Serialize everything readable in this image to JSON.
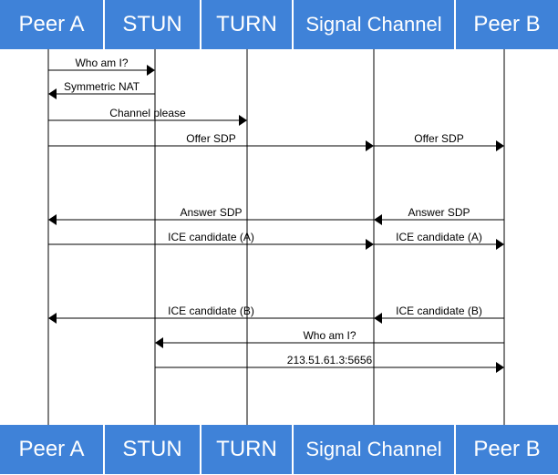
{
  "participants": [
    "Peer A",
    "STUN",
    "TURN",
    "Signal Channel",
    "Peer B"
  ],
  "messages": [
    {
      "from": 0,
      "to": 1,
      "label": "Who am I?"
    },
    {
      "from": 1,
      "to": 0,
      "label": "Symmetric NAT"
    },
    {
      "from": 0,
      "to": 2,
      "label": "Channel please"
    },
    {
      "from": 0,
      "to": 3,
      "label": "Offer SDP"
    },
    {
      "from": 3,
      "to": 4,
      "label": "Offer SDP"
    },
    {
      "from": 3,
      "to": 0,
      "label": "Answer SDP"
    },
    {
      "from": 4,
      "to": 3,
      "label": "Answer SDP"
    },
    {
      "from": 0,
      "to": 3,
      "label": "ICE candidate (A)"
    },
    {
      "from": 3,
      "to": 4,
      "label": "ICE candidate (A)"
    },
    {
      "from": 3,
      "to": 0,
      "label": "ICE candidate (B)"
    },
    {
      "from": 4,
      "to": 3,
      "label": "ICE candidate (B)"
    },
    {
      "from": 4,
      "to": 1,
      "label": "Who am I?"
    },
    {
      "from": 1,
      "to": 4,
      "label": "213.51.61.3:5656"
    }
  ]
}
